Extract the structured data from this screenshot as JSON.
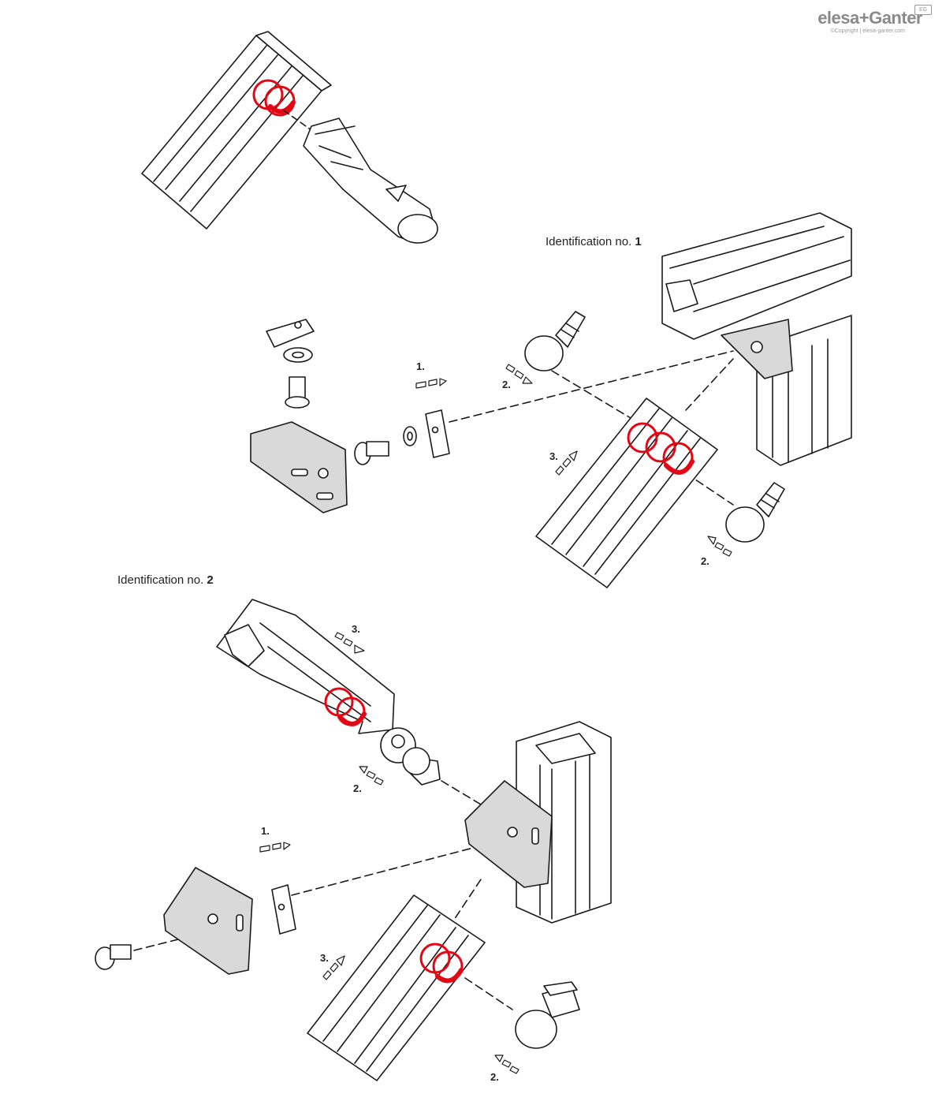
{
  "brand": {
    "logo_text": "elesa+Ganter",
    "copyright": "©Copyright | elesa-ganter.com",
    "badge": "EG"
  },
  "colors": {
    "outline": "#1a1a1a",
    "part_fill": "#ffffff",
    "bracket_fill": "#d9d9d9",
    "highlight_red": "#e30613"
  },
  "labels": {
    "id1_prefix": "Identification no.",
    "id1_number": "1",
    "id2_prefix": "Identification no.",
    "id2_number": "2"
  },
  "steps": {
    "s1a": "1.",
    "s2a": "2.",
    "s3a": "3.",
    "s2b": "2.",
    "s3b": "3.",
    "s2c": "2.",
    "s1b": "1.",
    "s3c": "3.",
    "s2d": "2."
  }
}
